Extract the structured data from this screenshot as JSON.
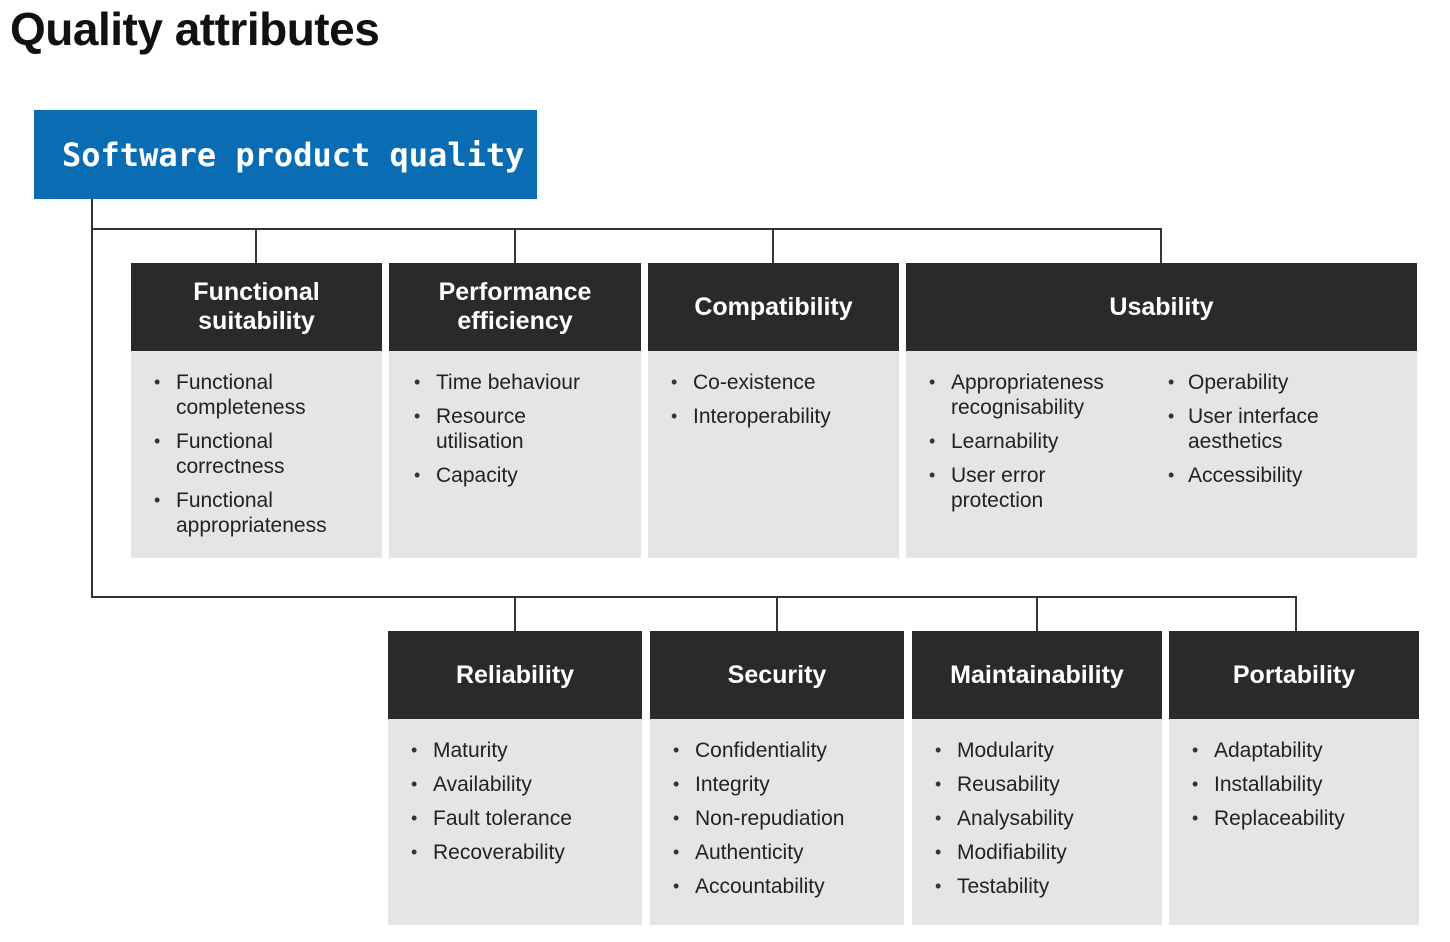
{
  "title": "Quality attributes",
  "root": {
    "label": "Software product quality",
    "color": "#0a6cb3"
  },
  "categories": {
    "functional_suitability": {
      "title_lines": [
        "Functional",
        "suitability"
      ],
      "items": [
        [
          "Functional",
          "completeness"
        ],
        [
          "Functional",
          "correctness"
        ],
        [
          "Functional",
          "appropriateness"
        ]
      ]
    },
    "performance_efficiency": {
      "title_lines": [
        "Performance",
        "efficiency"
      ],
      "items": [
        [
          "Time behaviour"
        ],
        [
          "Resource",
          "utilisation"
        ],
        [
          "Capacity"
        ]
      ]
    },
    "compatibility": {
      "title_lines": [
        "Compatibility"
      ],
      "items": [
        [
          "Co-existence"
        ],
        [
          "Interoperability"
        ]
      ]
    },
    "usability": {
      "title_lines": [
        "Usability"
      ],
      "items_left": [
        [
          "Appropriateness",
          "recognisability"
        ],
        [
          "Learnability"
        ],
        [
          "User error",
          "protection"
        ]
      ],
      "items_right": [
        [
          "Operability"
        ],
        [
          "User interface",
          "aesthetics"
        ],
        [
          "Accessibility"
        ]
      ]
    },
    "reliability": {
      "title_lines": [
        "Reliability"
      ],
      "items": [
        [
          "Maturity"
        ],
        [
          "Availability"
        ],
        [
          "Fault tolerance"
        ],
        [
          "Recoverability"
        ]
      ]
    },
    "security": {
      "title_lines": [
        "Security"
      ],
      "items": [
        [
          "Confidentiality"
        ],
        [
          "Integrity"
        ],
        [
          "Non-repudiation"
        ],
        [
          "Authenticity"
        ],
        [
          "Accountability"
        ]
      ]
    },
    "maintainability": {
      "title_lines": [
        "Maintainability"
      ],
      "items": [
        [
          "Modularity"
        ],
        [
          "Reusability"
        ],
        [
          "Analysability"
        ],
        [
          "Modifiability"
        ],
        [
          "Testability"
        ]
      ]
    },
    "portability": {
      "title_lines": [
        "Portability"
      ],
      "items": [
        [
          "Adaptability"
        ],
        [
          "Installability"
        ],
        [
          "Replaceability"
        ]
      ]
    }
  }
}
